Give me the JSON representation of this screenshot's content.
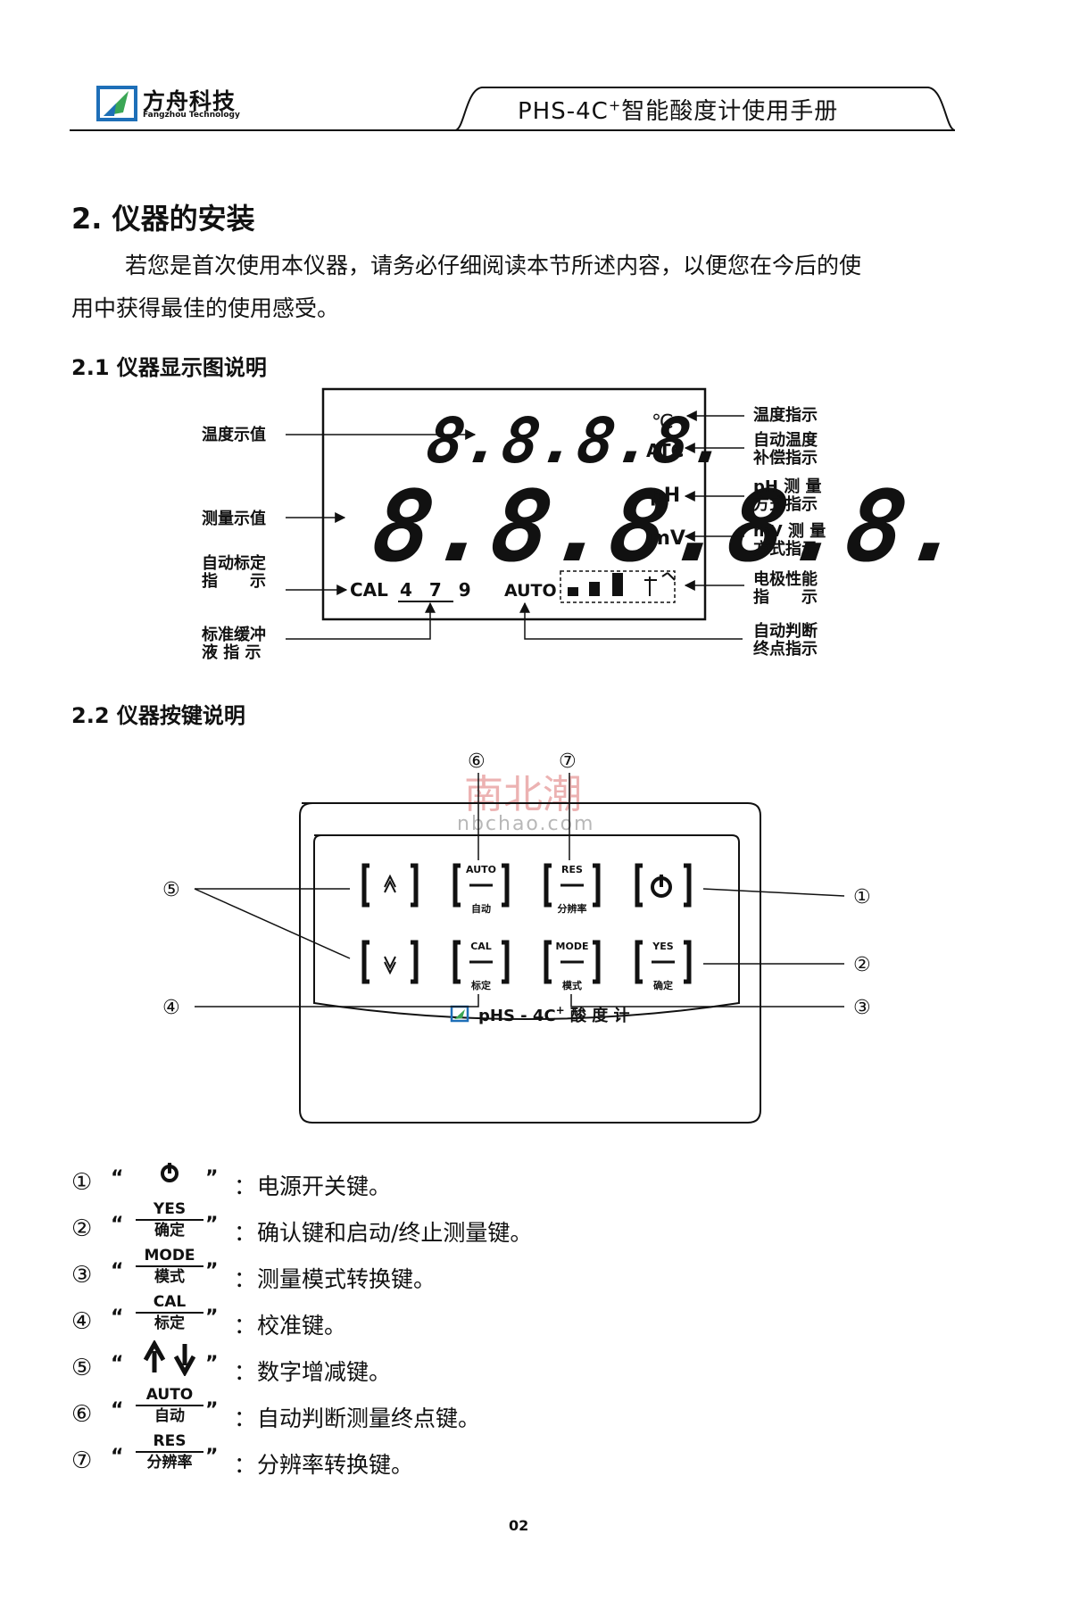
{
  "header": {
    "brand_cn": "方舟科技",
    "brand_en": "Fangzhou Technology",
    "manual_title": "PHS-4C",
    "manual_title_sup": "+",
    "manual_title_rest": "智能酸度计使用手册"
  },
  "section": {
    "title": "2. 仪器的安装",
    "intro_line1": "若您是首次使用本仪器，请务必仔细阅读本节所述内容，以便您在今后的使",
    "intro_line2": "用中获得最佳的使用感受。"
  },
  "display_diagram": {
    "heading": "2.1 仪器显示图说明",
    "temp_digits": "8.8.8.8.",
    "main_digits": "8.8.8.8.8.",
    "unit_c": "℃",
    "unit_atc": "ATC",
    "unit_ph": "pH",
    "unit_mv": "mV",
    "cal": "CAL",
    "buffers": "4 7 9",
    "auto": "AUTO",
    "left_labels": {
      "temp_value": "温度示值",
      "measure_value": "测量示值",
      "auto_cal_1": "自动标定",
      "auto_cal_2": "指　　示",
      "buffer_1": "标准缓冲",
      "buffer_2": "液 指 示"
    },
    "right_labels": {
      "temp_ind": "温度指示",
      "atc_1": "自动温度",
      "atc_2": "补偿指示",
      "ph_1": "pH 测 量",
      "ph_2": "方式指示",
      "mv_1": "mV 测 量",
      "mv_2": "方式指示",
      "electrode_1": "电极性能",
      "electrode_2": "指　　示",
      "endpoint_1": "自动判断",
      "endpoint_2": "终点指示"
    }
  },
  "keypad": {
    "heading": "2.2 仪器按键说明",
    "watermark_cn": "南北潮",
    "watermark_en": "nbchao.com",
    "keys": {
      "auto_top": "AUTO",
      "auto_bot": "自动",
      "res_top": "RES",
      "res_bot": "分辨率",
      "cal_top": "CAL",
      "cal_bot": "标定",
      "mode_top": "MODE",
      "mode_bot": "模式",
      "yes_top": "YES",
      "yes_bot": "确定"
    },
    "model": "pHS - 4C",
    "model_sup": "+",
    "model_rest": " 酸 度 计",
    "callouts": [
      "⑥",
      "⑦",
      "⑤",
      "①",
      "②",
      "④",
      "③"
    ]
  },
  "legend": [
    {
      "num": "①",
      "top": "",
      "bot": "",
      "icon": "power-icon",
      "desc": "电源开关键。"
    },
    {
      "num": "②",
      "top": "YES",
      "bot": "确定",
      "desc": "确认键和启动/终止测量键。"
    },
    {
      "num": "③",
      "top": "MODE",
      "bot": "模式",
      "desc": "测量模式转换键。"
    },
    {
      "num": "④",
      "top": "CAL",
      "bot": "标定",
      "desc": "校准键。"
    },
    {
      "num": "⑤",
      "top": "",
      "bot": "",
      "icon": "up-down-arrows-icon",
      "desc": "数字增减键。"
    },
    {
      "num": "⑥",
      "top": "AUTO",
      "bot": "自动",
      "desc": "自动判断测量终点键。"
    },
    {
      "num": "⑦",
      "top": "RES",
      "bot": "分辨率",
      "desc": "分辨率转换键。"
    }
  ],
  "quote_open": "“",
  "quote_close": "”",
  "colon": "：",
  "page_number": "02",
  "colors": {
    "ink": "#111111",
    "watermark": "#e8a0a0",
    "logo_blue": "#1e6fb8",
    "logo_green": "#3aa655"
  }
}
